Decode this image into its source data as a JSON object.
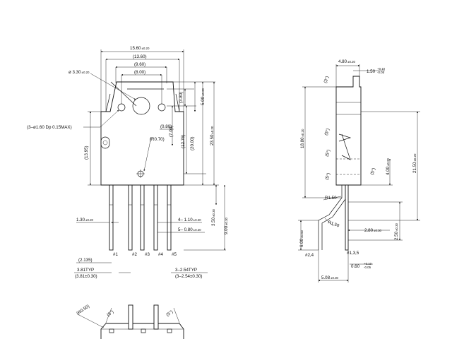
{
  "front": {
    "w1560": "15.60",
    "w1560_tol": "±0.20",
    "w1360": "(13.60)",
    "w960": "(9.60)",
    "w800": "(8.00)",
    "hole": "ø 3.30",
    "hole_tol": "±0.20",
    "pin_hole_note": "(3–ø1.60  Dp  0.15MAX)",
    "h1395": "(13.95)",
    "h380": "(3.80)",
    "h500": "5.00",
    "h500_tol": "±0.20",
    "w080": "(0.80)",
    "h700": "(7.00)",
    "h1276": "(12.76)",
    "h2000": "(20.00)",
    "h2350": "23.50",
    "h2350_tol": "±0.20",
    "radius": "(R0.70)",
    "w130": "1.30",
    "w130_tol": "±0.20",
    "w110": "4– 1.10",
    "w110_tol": "±0.20",
    "w080b": "5– 0.80",
    "w080b_tol": "±0.20",
    "h350": "3.50",
    "h350_tol": "±0.30",
    "h900": "9.00",
    "h900_tol": "±0.30",
    "w2135": "(2.135)",
    "typ381": "3.81TYP",
    "typ381_tol": "(3.81±0.30)",
    "typ254": "3–2.54TYP",
    "typ254_tol": "(3–2.54±0.30)",
    "pin1": "#1",
    "pin2": "#2",
    "pin3": "#3",
    "pin4": "#4",
    "pin5": "#5"
  },
  "side": {
    "w480": "4.80",
    "w480_tol": "±0.20",
    "w150": "1.50",
    "w150_tol_up": "+0.10",
    "w150_tol_dn": "-0.05",
    "angle": "(5°)",
    "angle_label": "(3°)",
    "h1880": "18.80",
    "h1880_tol": "±0.20",
    "h2150": "21.50",
    "h2150_tol": "±0.20",
    "h400": "4.00",
    "h400_tol": "±0.20",
    "r150a": "R1.50",
    "r150b": "R1.50",
    "w280": "2.80",
    "w280_tol": "±0.30",
    "h250": "2.50",
    "h250_tol": "±0.30",
    "h600": "6.00",
    "h600_tol": "±0.50",
    "pin2": "#2,4",
    "pin1": "#1,3,5",
    "w060": "0.60",
    "w060_tol_up": "+0.10",
    "w060_tol_dn": "-0.05",
    "w508": "5.08",
    "w508_tol": "±0.30"
  },
  "bottom": {
    "radius": "(R0.50)",
    "angle_left": "(5°)",
    "angle_right": "(5°)"
  }
}
